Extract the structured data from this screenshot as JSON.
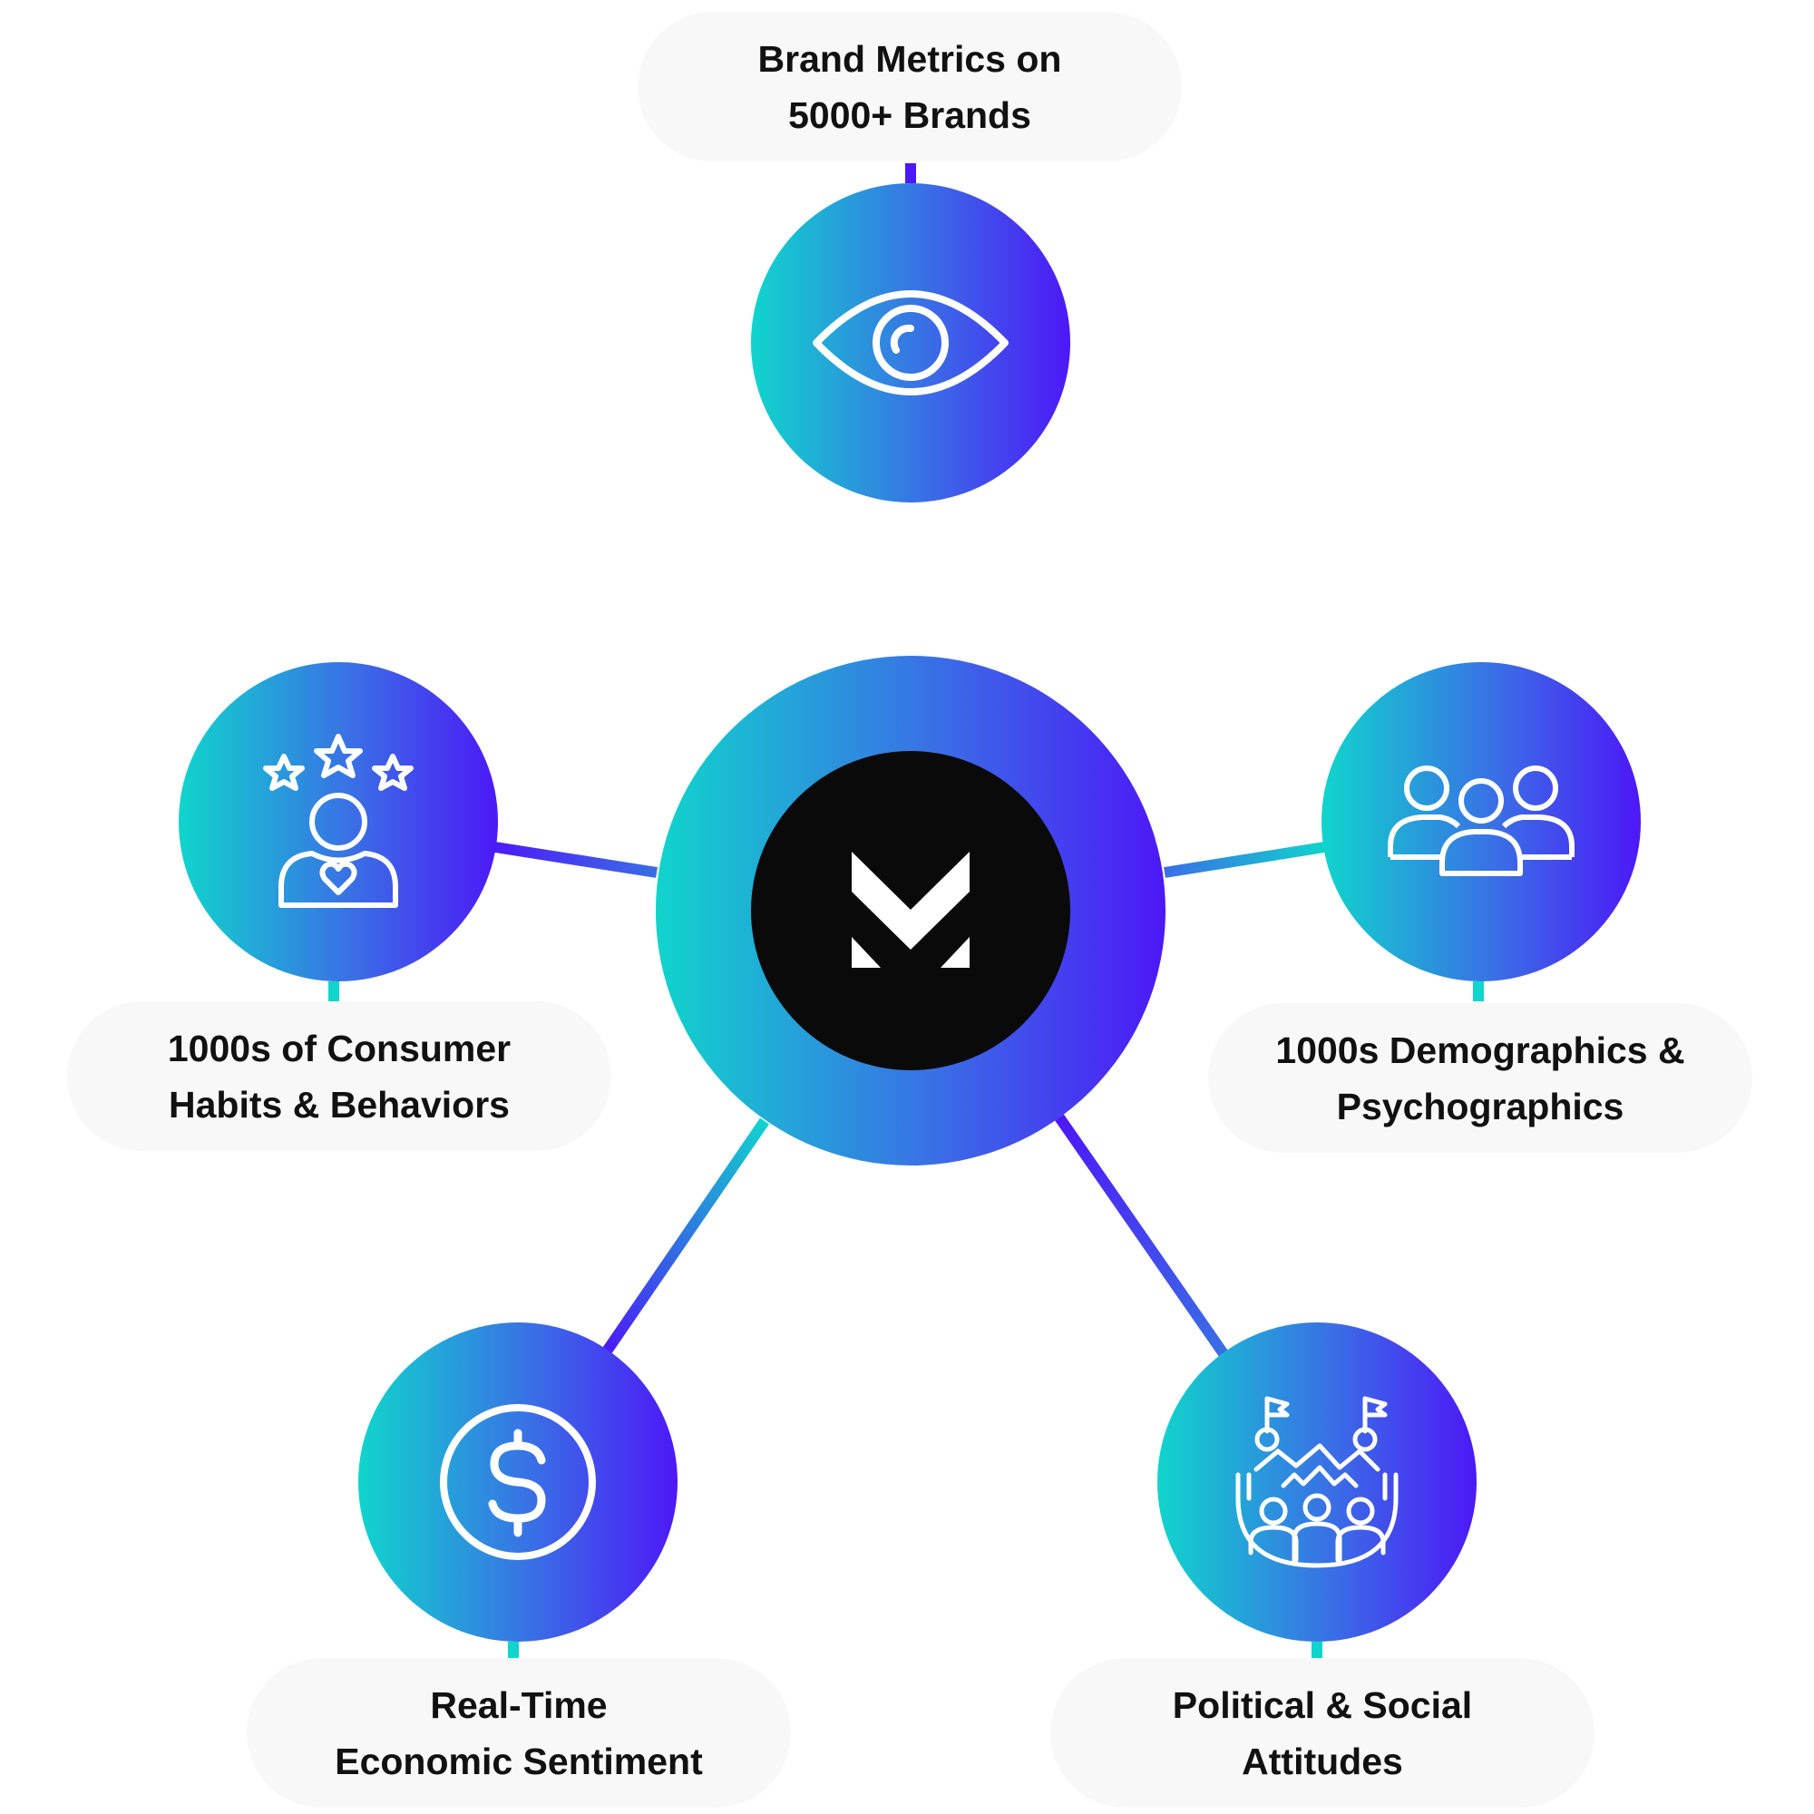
{
  "hub": {
    "logo": "m-logo-icon"
  },
  "nodes": [
    {
      "id": "brand-metrics",
      "icon": "eye-icon",
      "label_lines": [
        "Brand Metrics on",
        "5000+ Brands"
      ]
    },
    {
      "id": "consumer-habits",
      "icon": "person-rating-stars-icon",
      "label_lines": [
        "1000s of Consumer",
        "Habits & Behaviors"
      ]
    },
    {
      "id": "demographics",
      "icon": "group-people-icon",
      "label_lines": [
        "1000s Demographics &",
        "Psychographics"
      ]
    },
    {
      "id": "economic-sentiment",
      "icon": "dollar-coin-icon",
      "label_lines": [
        "Real-Time",
        "Economic Sentiment"
      ]
    },
    {
      "id": "political-social",
      "icon": "crowd-flags-icon",
      "label_lines": [
        "Political & Social",
        "Attitudes"
      ]
    }
  ],
  "colors": {
    "gradient_start": "#10d5cc",
    "gradient_mid": "#3a6ee6",
    "gradient_end": "#4d18f7",
    "core": "#0a0a0a",
    "pill": "#f8f8f8",
    "text": "#111111"
  }
}
